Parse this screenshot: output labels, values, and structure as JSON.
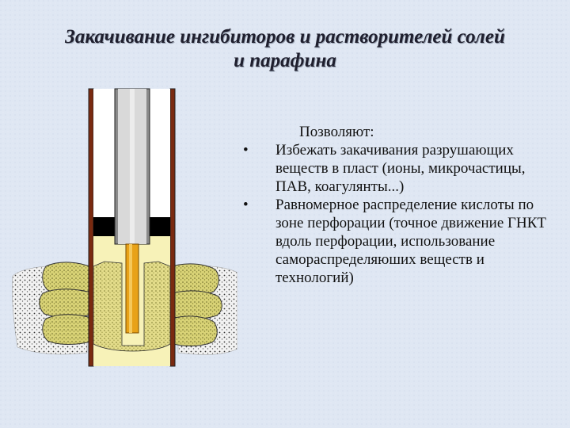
{
  "title": {
    "line1": "Закачивание ингибиторов и растворителей солей",
    "line2": "и парафина"
  },
  "text": {
    "intro": "Позволяют:",
    "bullets": [
      {
        "marker": "•",
        "text": "Избежать закачивания разрушающих веществ в пласт (ионы, микрочастицы, ПАВ, коагулянты...)"
      },
      {
        "marker": "•",
        "text": "Равномерное распределение кислоты по зоне перфорации (точное движение ГНКТ вдоль перфорации, использование самораспределяюших веществ и технологий)"
      }
    ]
  },
  "colors": {
    "background": "#dfe7f3",
    "casing": "#7a2a10",
    "tubing": "#d9d9d9",
    "fluid": "#f7f2b8",
    "nozzle": "#e8a218",
    "perforation": "#d8d276"
  }
}
